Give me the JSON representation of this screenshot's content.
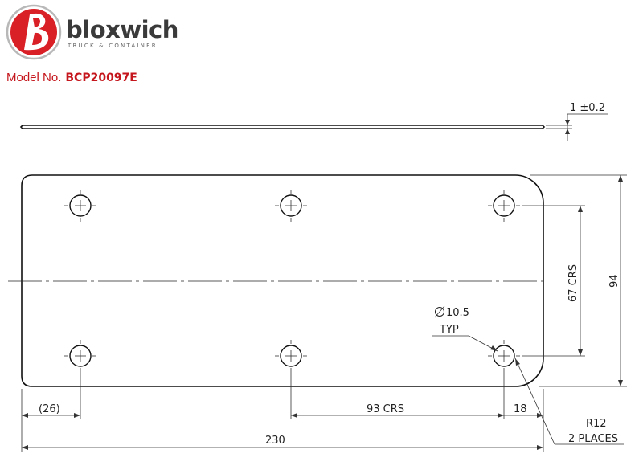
{
  "brand": {
    "name": "bloxwich",
    "tagline": "TRUCK & CONTAINER",
    "logo_colors": {
      "ring": "#b8b8b8",
      "disc": "#d92027",
      "disc_dark": "#a3121a"
    }
  },
  "model": {
    "label": "Model No.",
    "number": "BCP20097E",
    "color": "#c4161c"
  },
  "drawing": {
    "thickness": "1 ±0.2",
    "overall_width": "230",
    "overall_height": "94",
    "vertical_hole_centres": "67 CRS",
    "horizontal_hole_centres": "93 CRS",
    "edge_offset_right": "18",
    "edge_offset_left": "(26)",
    "hole_diameter": "10.5",
    "hole_note": "TYP",
    "corner_radius": "R12",
    "corner_note": "2 PLACES",
    "hole_count": 6
  }
}
